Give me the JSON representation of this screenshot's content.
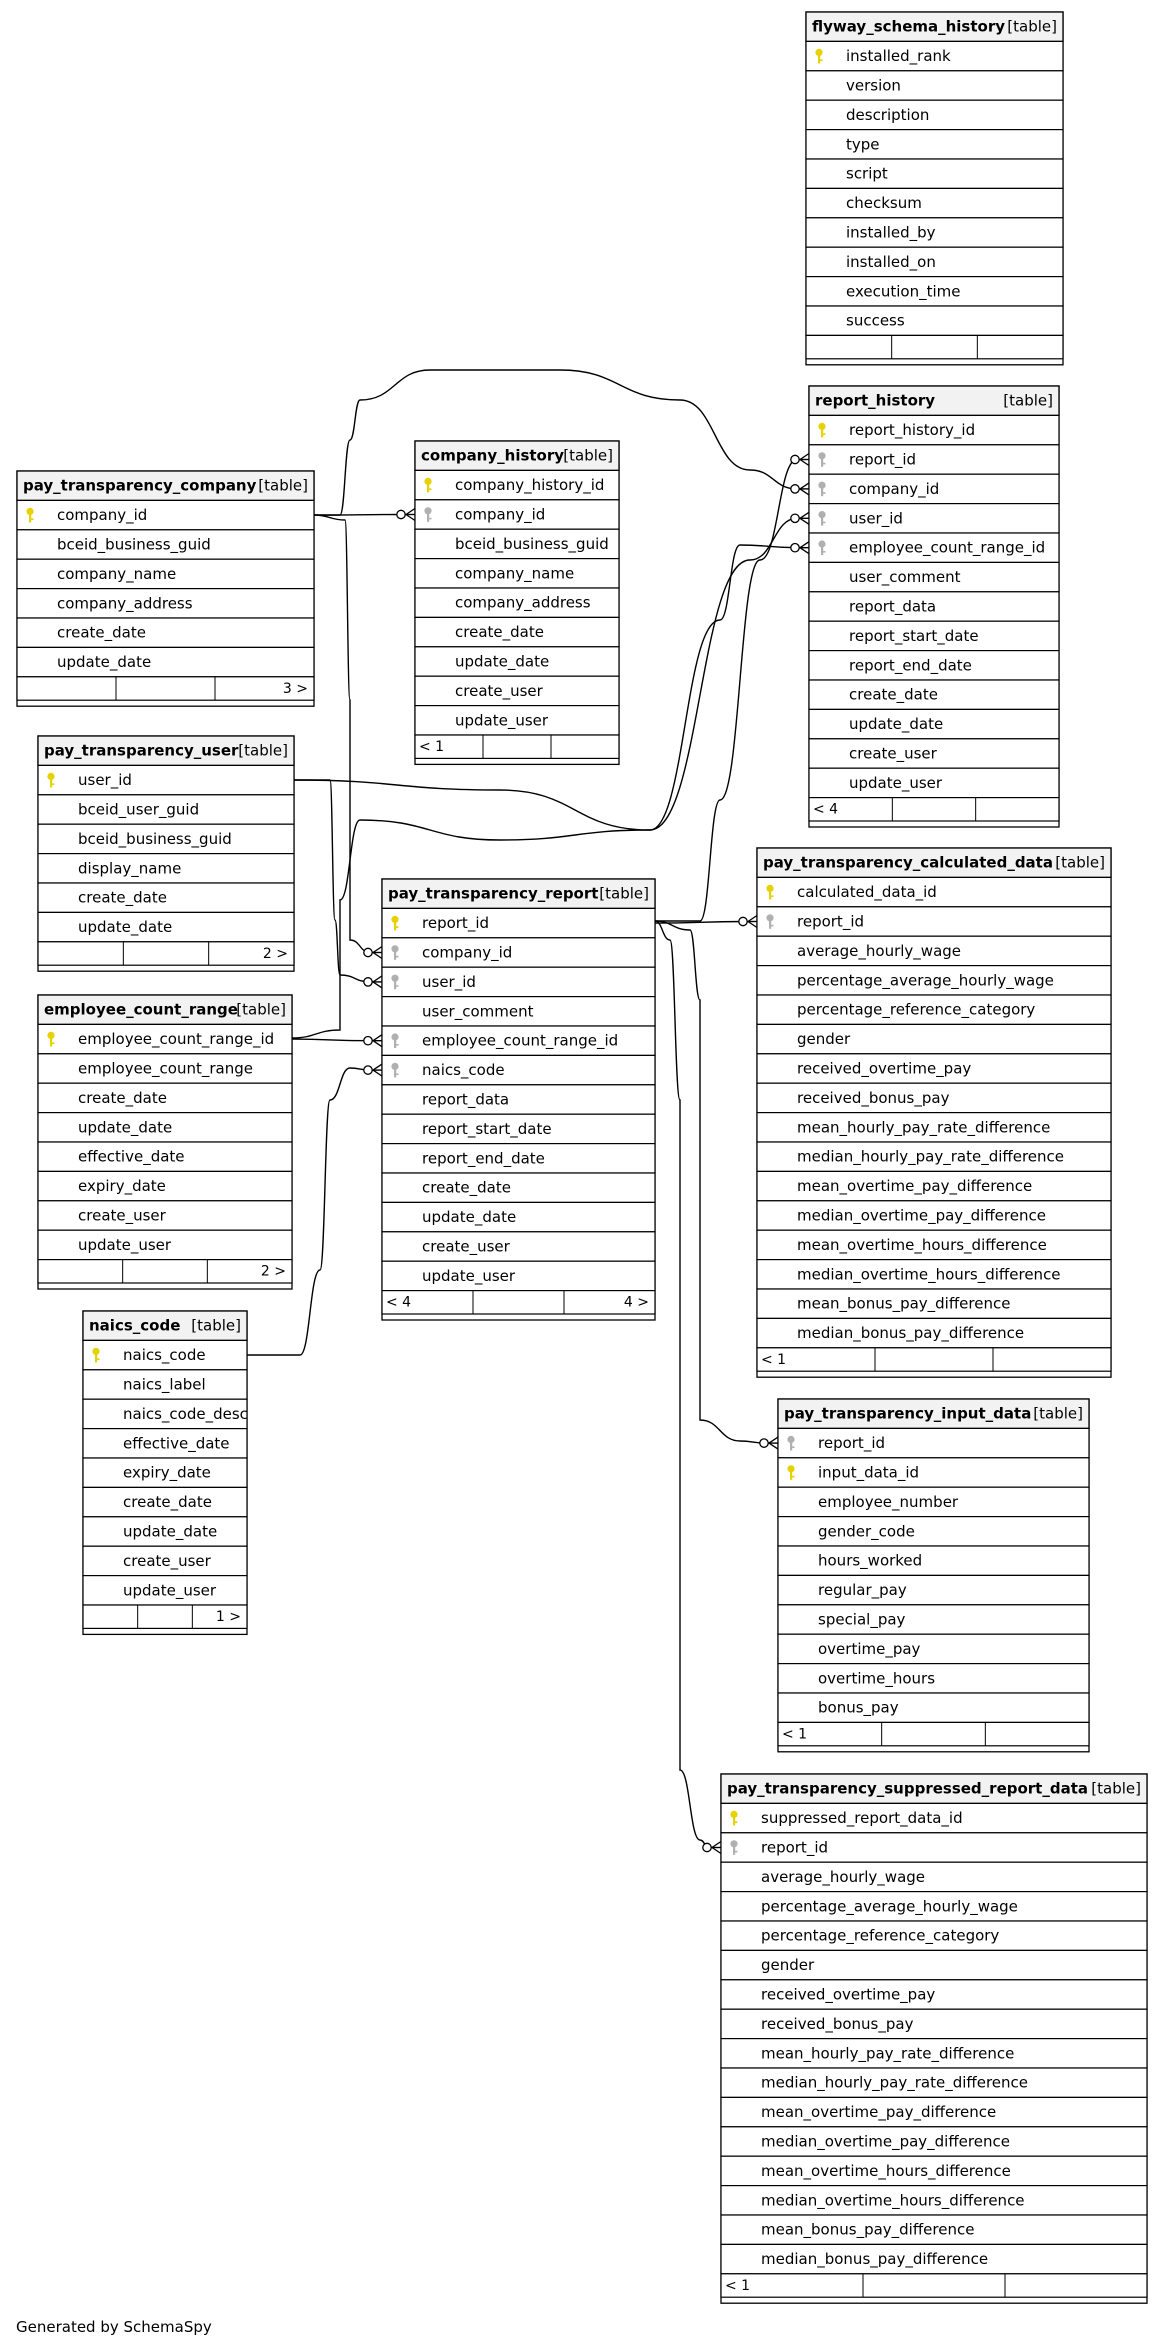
{
  "tables": [
    {
      "name": "flyway_schema_history",
      "kind": "[table]",
      "footer": {
        "left": "",
        "right": ""
      },
      "columns": [
        {
          "name": "installed_rank",
          "key": "pk"
        },
        {
          "name": "version",
          "key": ""
        },
        {
          "name": "description",
          "key": ""
        },
        {
          "name": "type",
          "key": ""
        },
        {
          "name": "script",
          "key": ""
        },
        {
          "name": "checksum",
          "key": ""
        },
        {
          "name": "installed_by",
          "key": ""
        },
        {
          "name": "installed_on",
          "key": ""
        },
        {
          "name": "execution_time",
          "key": ""
        },
        {
          "name": "success",
          "key": ""
        }
      ]
    },
    {
      "name": "report_history",
      "kind": "[table]",
      "footer": {
        "left": "< 4",
        "right": ""
      },
      "columns": [
        {
          "name": "report_history_id",
          "key": "pk"
        },
        {
          "name": "report_id",
          "key": "fk"
        },
        {
          "name": "company_id",
          "key": "fk"
        },
        {
          "name": "user_id",
          "key": "fk"
        },
        {
          "name": "employee_count_range_id",
          "key": "fk"
        },
        {
          "name": "user_comment",
          "key": ""
        },
        {
          "name": "report_data",
          "key": ""
        },
        {
          "name": "report_start_date",
          "key": ""
        },
        {
          "name": "report_end_date",
          "key": ""
        },
        {
          "name": "create_date",
          "key": ""
        },
        {
          "name": "update_date",
          "key": ""
        },
        {
          "name": "create_user",
          "key": ""
        },
        {
          "name": "update_user",
          "key": ""
        }
      ]
    },
    {
      "name": "pay_transparency_company",
      "kind": "[table]",
      "footer": {
        "left": "",
        "right": "3 >"
      },
      "columns": [
        {
          "name": "company_id",
          "key": "pk"
        },
        {
          "name": "bceid_business_guid",
          "key": ""
        },
        {
          "name": "company_name",
          "key": ""
        },
        {
          "name": "company_address",
          "key": ""
        },
        {
          "name": "create_date",
          "key": ""
        },
        {
          "name": "update_date",
          "key": ""
        }
      ]
    },
    {
      "name": "company_history",
      "kind": "[table]",
      "footer": {
        "left": "< 1",
        "right": ""
      },
      "columns": [
        {
          "name": "company_history_id",
          "key": "pk"
        },
        {
          "name": "company_id",
          "key": "fk"
        },
        {
          "name": "bceid_business_guid",
          "key": ""
        },
        {
          "name": "company_name",
          "key": ""
        },
        {
          "name": "company_address",
          "key": ""
        },
        {
          "name": "create_date",
          "key": ""
        },
        {
          "name": "update_date",
          "key": ""
        },
        {
          "name": "create_user",
          "key": ""
        },
        {
          "name": "update_user",
          "key": ""
        }
      ]
    },
    {
      "name": "pay_transparency_user",
      "kind": "[table]",
      "footer": {
        "left": "",
        "right": "2 >"
      },
      "columns": [
        {
          "name": "user_id",
          "key": "pk"
        },
        {
          "name": "bceid_user_guid",
          "key": ""
        },
        {
          "name": "bceid_business_guid",
          "key": ""
        },
        {
          "name": "display_name",
          "key": ""
        },
        {
          "name": "create_date",
          "key": ""
        },
        {
          "name": "update_date",
          "key": ""
        }
      ]
    },
    {
      "name": "pay_transparency_report",
      "kind": "[table]",
      "footer": {
        "left": "< 4",
        "right": "4 >"
      },
      "columns": [
        {
          "name": "report_id",
          "key": "pk"
        },
        {
          "name": "company_id",
          "key": "fk"
        },
        {
          "name": "user_id",
          "key": "fk"
        },
        {
          "name": "user_comment",
          "key": ""
        },
        {
          "name": "employee_count_range_id",
          "key": "fk"
        },
        {
          "name": "naics_code",
          "key": "fk"
        },
        {
          "name": "report_data",
          "key": ""
        },
        {
          "name": "report_start_date",
          "key": ""
        },
        {
          "name": "report_end_date",
          "key": ""
        },
        {
          "name": "create_date",
          "key": ""
        },
        {
          "name": "update_date",
          "key": ""
        },
        {
          "name": "create_user",
          "key": ""
        },
        {
          "name": "update_user",
          "key": ""
        }
      ]
    },
    {
      "name": "pay_transparency_calculated_data",
      "kind": "[table]",
      "footer": {
        "left": "< 1",
        "right": ""
      },
      "columns": [
        {
          "name": "calculated_data_id",
          "key": "pk"
        },
        {
          "name": "report_id",
          "key": "fk"
        },
        {
          "name": "average_hourly_wage",
          "key": ""
        },
        {
          "name": "percentage_average_hourly_wage",
          "key": ""
        },
        {
          "name": "percentage_reference_category",
          "key": ""
        },
        {
          "name": "gender",
          "key": ""
        },
        {
          "name": "received_overtime_pay",
          "key": ""
        },
        {
          "name": "received_bonus_pay",
          "key": ""
        },
        {
          "name": "mean_hourly_pay_rate_difference",
          "key": ""
        },
        {
          "name": "median_hourly_pay_rate_difference",
          "key": ""
        },
        {
          "name": "mean_overtime_pay_difference",
          "key": ""
        },
        {
          "name": "median_overtime_pay_difference",
          "key": ""
        },
        {
          "name": "mean_overtime_hours_difference",
          "key": ""
        },
        {
          "name": "median_overtime_hours_difference",
          "key": ""
        },
        {
          "name": "mean_bonus_pay_difference",
          "key": ""
        },
        {
          "name": "median_bonus_pay_difference",
          "key": ""
        }
      ]
    },
    {
      "name": "employee_count_range",
      "kind": "[table]",
      "footer": {
        "left": "",
        "right": "2 >"
      },
      "columns": [
        {
          "name": "employee_count_range_id",
          "key": "pk"
        },
        {
          "name": "employee_count_range",
          "key": ""
        },
        {
          "name": "create_date",
          "key": ""
        },
        {
          "name": "update_date",
          "key": ""
        },
        {
          "name": "effective_date",
          "key": ""
        },
        {
          "name": "expiry_date",
          "key": ""
        },
        {
          "name": "create_user",
          "key": ""
        },
        {
          "name": "update_user",
          "key": ""
        }
      ]
    },
    {
      "name": "naics_code",
      "kind": "[table]",
      "footer": {
        "left": "",
        "right": "1 >"
      },
      "columns": [
        {
          "name": "naics_code",
          "key": "pk"
        },
        {
          "name": "naics_label",
          "key": ""
        },
        {
          "name": "naics_code_desc",
          "key": ""
        },
        {
          "name": "effective_date",
          "key": ""
        },
        {
          "name": "expiry_date",
          "key": ""
        },
        {
          "name": "create_date",
          "key": ""
        },
        {
          "name": "update_date",
          "key": ""
        },
        {
          "name": "create_user",
          "key": ""
        },
        {
          "name": "update_user",
          "key": ""
        }
      ]
    },
    {
      "name": "pay_transparency_input_data",
      "kind": "[table]",
      "footer": {
        "left": "< 1",
        "right": ""
      },
      "columns": [
        {
          "name": "report_id",
          "key": "fk"
        },
        {
          "name": "input_data_id",
          "key": "pk"
        },
        {
          "name": "employee_number",
          "key": ""
        },
        {
          "name": "gender_code",
          "key": ""
        },
        {
          "name": "hours_worked",
          "key": ""
        },
        {
          "name": "regular_pay",
          "key": ""
        },
        {
          "name": "special_pay",
          "key": ""
        },
        {
          "name": "overtime_pay",
          "key": ""
        },
        {
          "name": "overtime_hours",
          "key": ""
        },
        {
          "name": "bonus_pay",
          "key": ""
        }
      ]
    },
    {
      "name": "pay_transparency_suppressed_report_data",
      "kind": "[table]",
      "footer": {
        "left": "< 1",
        "right": ""
      },
      "columns": [
        {
          "name": "suppressed_report_data_id",
          "key": "pk"
        },
        {
          "name": "report_id",
          "key": "fk"
        },
        {
          "name": "average_hourly_wage",
          "key": ""
        },
        {
          "name": "percentage_average_hourly_wage",
          "key": ""
        },
        {
          "name": "percentage_reference_category",
          "key": ""
        },
        {
          "name": "gender",
          "key": ""
        },
        {
          "name": "received_overtime_pay",
          "key": ""
        },
        {
          "name": "received_bonus_pay",
          "key": ""
        },
        {
          "name": "mean_hourly_pay_rate_difference",
          "key": ""
        },
        {
          "name": "median_hourly_pay_rate_difference",
          "key": ""
        },
        {
          "name": "mean_overtime_pay_difference",
          "key": ""
        },
        {
          "name": "median_overtime_pay_difference",
          "key": ""
        },
        {
          "name": "mean_overtime_hours_difference",
          "key": ""
        },
        {
          "name": "median_overtime_hours_difference",
          "key": ""
        },
        {
          "name": "mean_bonus_pay_difference",
          "key": ""
        },
        {
          "name": "median_bonus_pay_difference",
          "key": ""
        }
      ]
    }
  ],
  "relationships": [
    {
      "from": "pay_transparency_company.company_id",
      "to": "company_history.company_id"
    },
    {
      "from": "pay_transparency_company.company_id",
      "to": "report_history.company_id"
    },
    {
      "from": "pay_transparency_company.company_id",
      "to": "pay_transparency_report.company_id"
    },
    {
      "from": "pay_transparency_user.user_id",
      "to": "report_history.user_id"
    },
    {
      "from": "pay_transparency_user.user_id",
      "to": "pay_transparency_report.user_id"
    },
    {
      "from": "employee_count_range.employee_count_range_id",
      "to": "pay_transparency_report.employee_count_range_id"
    },
    {
      "from": "employee_count_range.employee_count_range_id",
      "to": "report_history.employee_count_range_id"
    },
    {
      "from": "naics_code.naics_code",
      "to": "pay_transparency_report.naics_code"
    },
    {
      "from": "pay_transparency_report.report_id",
      "to": "report_history.report_id"
    },
    {
      "from": "pay_transparency_report.report_id",
      "to": "pay_transparency_calculated_data.report_id"
    },
    {
      "from": "pay_transparency_report.report_id",
      "to": "pay_transparency_input_data.report_id"
    },
    {
      "from": "pay_transparency_report.report_id",
      "to": "pay_transparency_suppressed_report_data.report_id"
    }
  ],
  "key_colors": {
    "pk": "#e6d200",
    "fk": "#b0b0b0"
  },
  "generated_by": "Generated by SchemaSpy"
}
